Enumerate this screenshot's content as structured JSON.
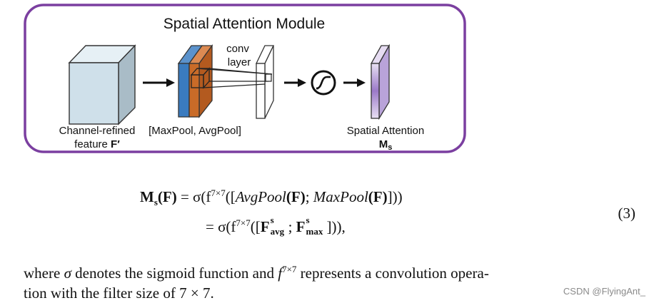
{
  "diagram": {
    "title": "Spatial Attention Module",
    "conv_label_line1": "conv",
    "conv_label_line2": "layer",
    "input_label_line1": "Channel-refined",
    "input_label_line2": "feature",
    "input_symbol": "F′",
    "pool_label": "[MaxPool, AvgPool]",
    "output_label": "Spatial Attention",
    "output_symbol": "M",
    "output_symbol_sub": "s",
    "colors": {
      "frame": "#7b3fa0",
      "cube_front": "#cfe0ea",
      "cube_top": "#e6f0f5",
      "cube_side": "#a9bcc7",
      "maxpool": "#c96b28",
      "avgpool": "#3a7bbf",
      "attention": "#9b79c9"
    }
  },
  "equation": {
    "lhs_main": "M",
    "lhs_sub": "s",
    "lhs_arg": "(F)",
    "line1_a": "= σ(f",
    "kernel_sup": "7×7",
    "line1_b": "([",
    "avgpool": "AvgPool",
    "paren_F1": "(F)",
    "semicolon": "; ",
    "maxpool": "MaxPool",
    "paren_F2": "(F)",
    "line1_end": "]))",
    "line2_a": "= σ(f",
    "line2_b": "([",
    "F1": "F",
    "F1_sup": "s",
    "F1_sub": "avg",
    "sep": "; ",
    "F2": "F",
    "F2_sup": "s",
    "F2_sub": "max",
    "line2_end": "])),",
    "number": "(3)"
  },
  "paragraph": {
    "p1": "where ",
    "sigma": "σ",
    "p2": " denotes the sigmoid function and ",
    "f": "f",
    "f_sup": "7×7",
    "p3": " represents a convolution opera-",
    "p4": "tion with the filter size of 7 × 7."
  },
  "watermark": "CSDN @FlyingAnt_"
}
